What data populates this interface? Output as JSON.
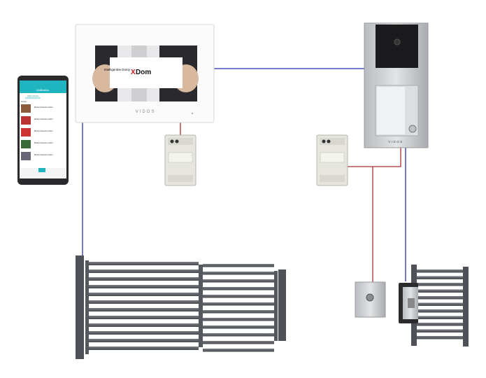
{
  "monitor": {
    "brand": "VIDOS",
    "screen_logo_small": "Intelligentne Domy",
    "screen_logo_x": "X",
    "screen_logo_main": "Dom"
  },
  "outdoor_panel": {
    "brand": "VIDOS"
  },
  "phone_app": {
    "header_title": "Notification",
    "tab_active": "Alarm Event",
    "section": "Today",
    "alarm_item": "Motion Detection Alarm",
    "alarm_count": 5
  },
  "colors": {
    "video_wire": "#2233aa",
    "power_wire": "#a83030",
    "gate": "#55585e",
    "app_accent": "#1fb5c0"
  }
}
